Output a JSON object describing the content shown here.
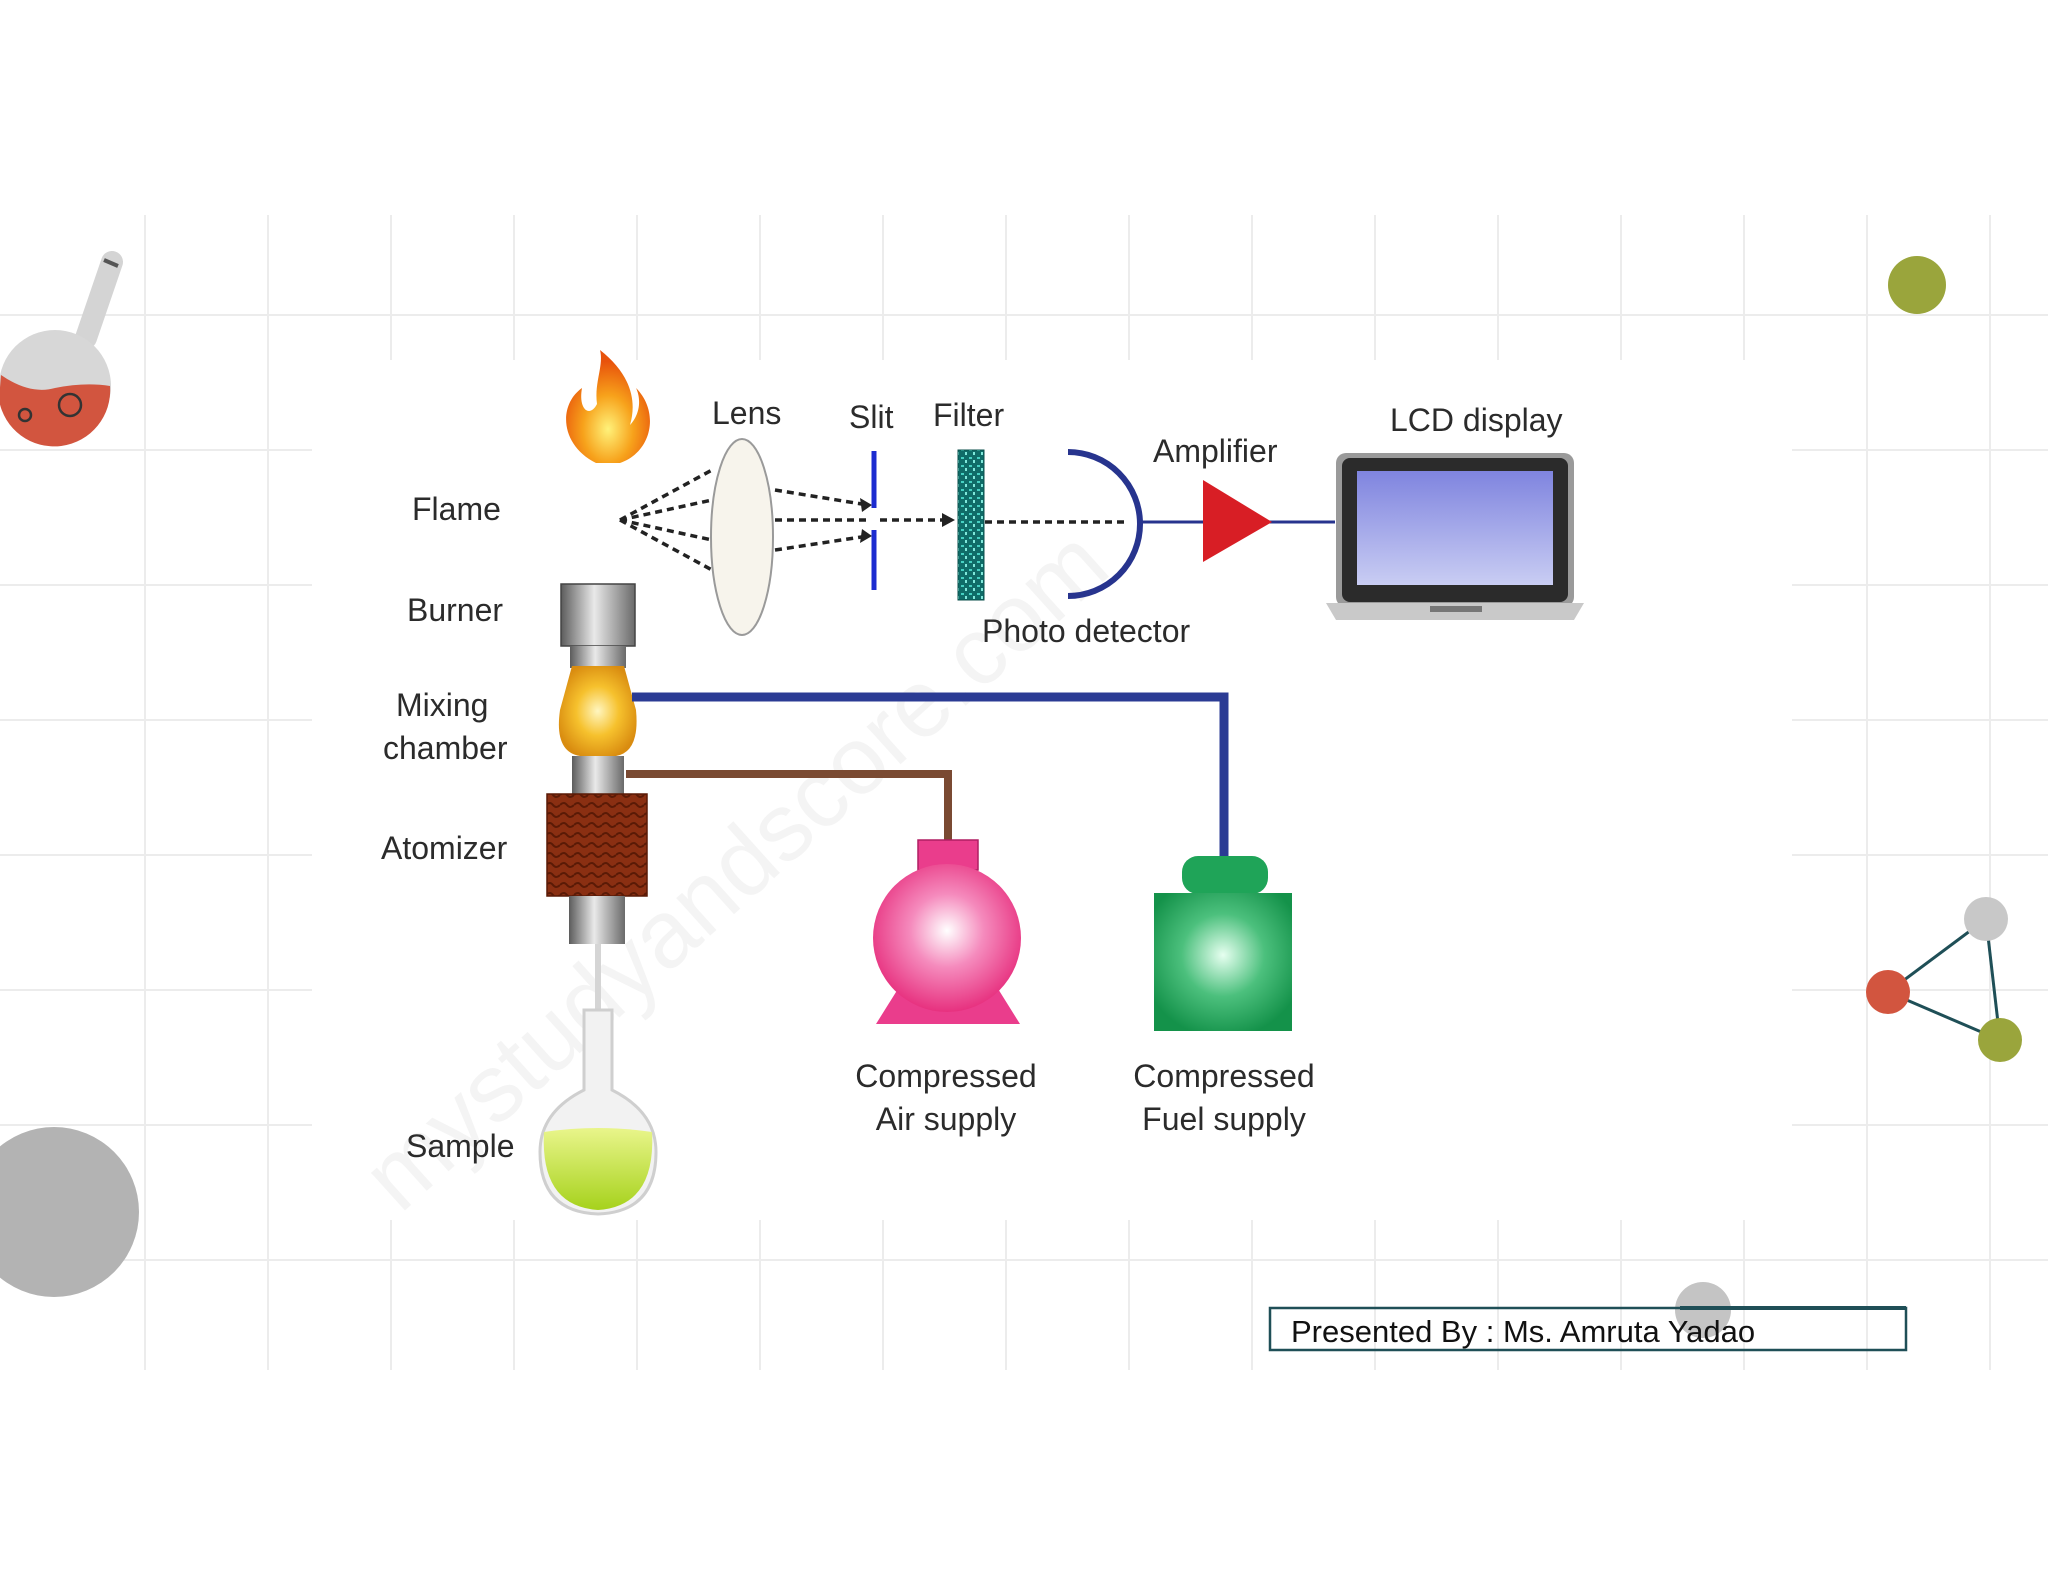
{
  "labels": {
    "flame": "Flame",
    "burner": "Burner",
    "mixing_1": "Mixing",
    "mixing_2": "chamber",
    "atomizer": "Atomizer",
    "sample": "Sample",
    "lens": "Lens",
    "slit": "Slit",
    "filter": "Filter",
    "amplifier": "Amplifier",
    "lcd": "LCD display",
    "photo_detector": "Photo detector",
    "air_1": "Compressed",
    "air_2": "Air supply",
    "fuel_1": "Compressed",
    "fuel_2": "Fuel supply"
  },
  "footer": {
    "credit": "Presented By : Ms. Amruta Yadao"
  },
  "colors": {
    "grid": "#ececec",
    "olive": "#9aa53c",
    "red_accent": "#d2553f",
    "gray_circle": "#b3b3b3",
    "fuel_line": "#2b3b94",
    "air_line": "#7a4a32",
    "air_pump": "#ea3d8c",
    "fuel_tank": "#1fa458",
    "amplifier": "#d81e25",
    "slit": "#1c2cd0",
    "frame_border": "#1f4f57"
  },
  "icons": [
    "flask-icon",
    "molecule-icon",
    "flame-icon",
    "laptop-icon"
  ]
}
